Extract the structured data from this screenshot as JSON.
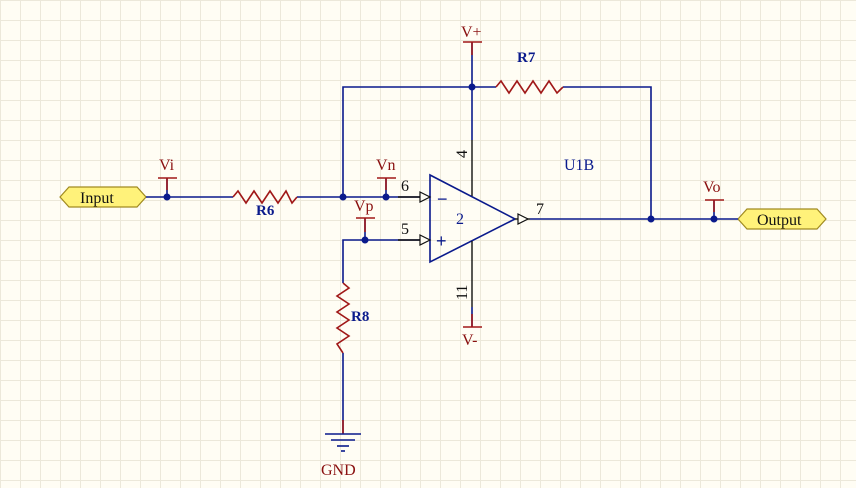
{
  "ports": {
    "input": "Input",
    "output": "Output"
  },
  "power": {
    "vplus": "V+",
    "vminus": "V-",
    "gnd": "GND"
  },
  "net_labels": {
    "vi": "Vi",
    "vn": "Vn",
    "vp": "Vp",
    "vo": "Vo"
  },
  "components": {
    "r6": "R6",
    "r7": "R7",
    "r8": "R8",
    "u1b": "U1B"
  },
  "opamp": {
    "part_number": "2",
    "minus_sign": "−",
    "plus_sign": "+"
  },
  "pins": {
    "p4": "4",
    "p5": "5",
    "p6": "6",
    "p7": "7",
    "p11": "11"
  },
  "colors": {
    "wire": "#0a1a8c",
    "component": "#a01818",
    "port_fill": "#fff27a",
    "grid": "#ece8da"
  }
}
